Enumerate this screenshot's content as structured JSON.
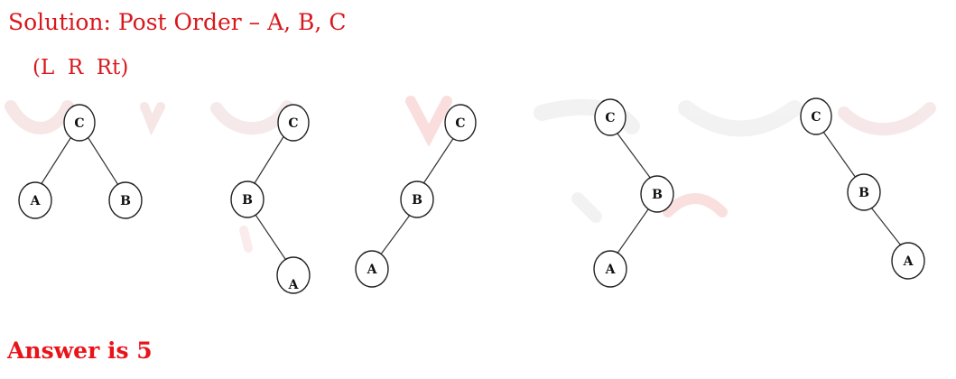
{
  "title": "Solution: Post Order – A, B, C",
  "subtitle": "(L  R  Rt)",
  "answer": "Answer is 5",
  "colors": {
    "title": "#d9181d",
    "answer": "#e8141a"
  },
  "trees": [
    {
      "nodes": [
        "C",
        "A",
        "B"
      ],
      "edges": [
        [
          "C",
          "A"
        ],
        [
          "C",
          "B"
        ]
      ]
    },
    {
      "nodes": [
        "C",
        "B",
        "A"
      ],
      "edges": [
        [
          "C",
          "B"
        ],
        [
          "B",
          "A"
        ]
      ]
    },
    {
      "nodes": [
        "C",
        "B",
        "A"
      ],
      "edges": [
        [
          "C",
          "B"
        ],
        [
          "B",
          "A"
        ]
      ]
    },
    {
      "nodes": [
        "C",
        "B",
        "A"
      ],
      "edges": [
        [
          "C",
          "B"
        ],
        [
          "B",
          "A"
        ]
      ]
    },
    {
      "nodes": [
        "C",
        "B",
        "A"
      ],
      "edges": [
        [
          "C",
          "B"
        ],
        [
          "B",
          "A"
        ]
      ]
    }
  ]
}
